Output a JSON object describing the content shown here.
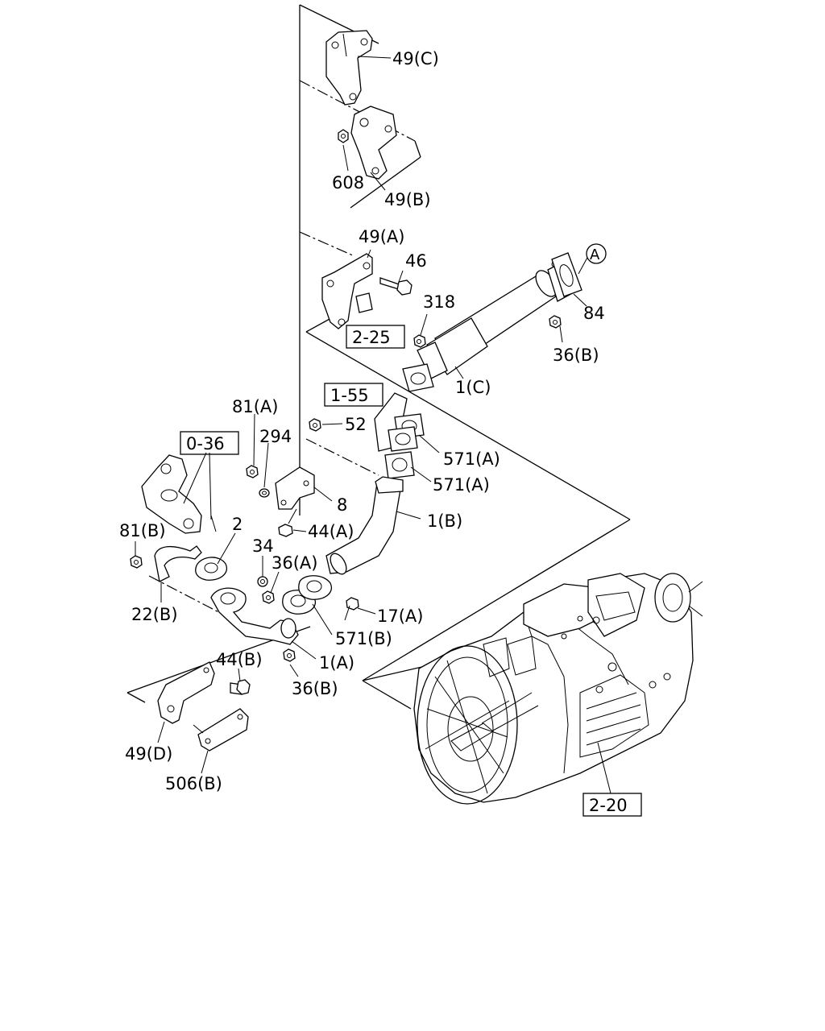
{
  "diagram": {
    "callouts": [
      "49(C)",
      "608",
      "49(B)",
      "49(A)",
      "46",
      "84",
      "318",
      "36(B)",
      "1(C)",
      "81(A)",
      "294",
      "52",
      "571(A)",
      "571(A)",
      "8",
      "1(B)",
      "44(A)",
      "81(B)",
      "2",
      "34",
      "36(A)",
      "17(A)",
      "22(B)",
      "571(B)",
      "1(A)",
      "44(B)",
      "36(B)",
      "49(D)",
      "506(B)"
    ],
    "references": [
      "2-25",
      "1-55",
      "0-36",
      "2-20"
    ],
    "circle_marker": "A"
  }
}
